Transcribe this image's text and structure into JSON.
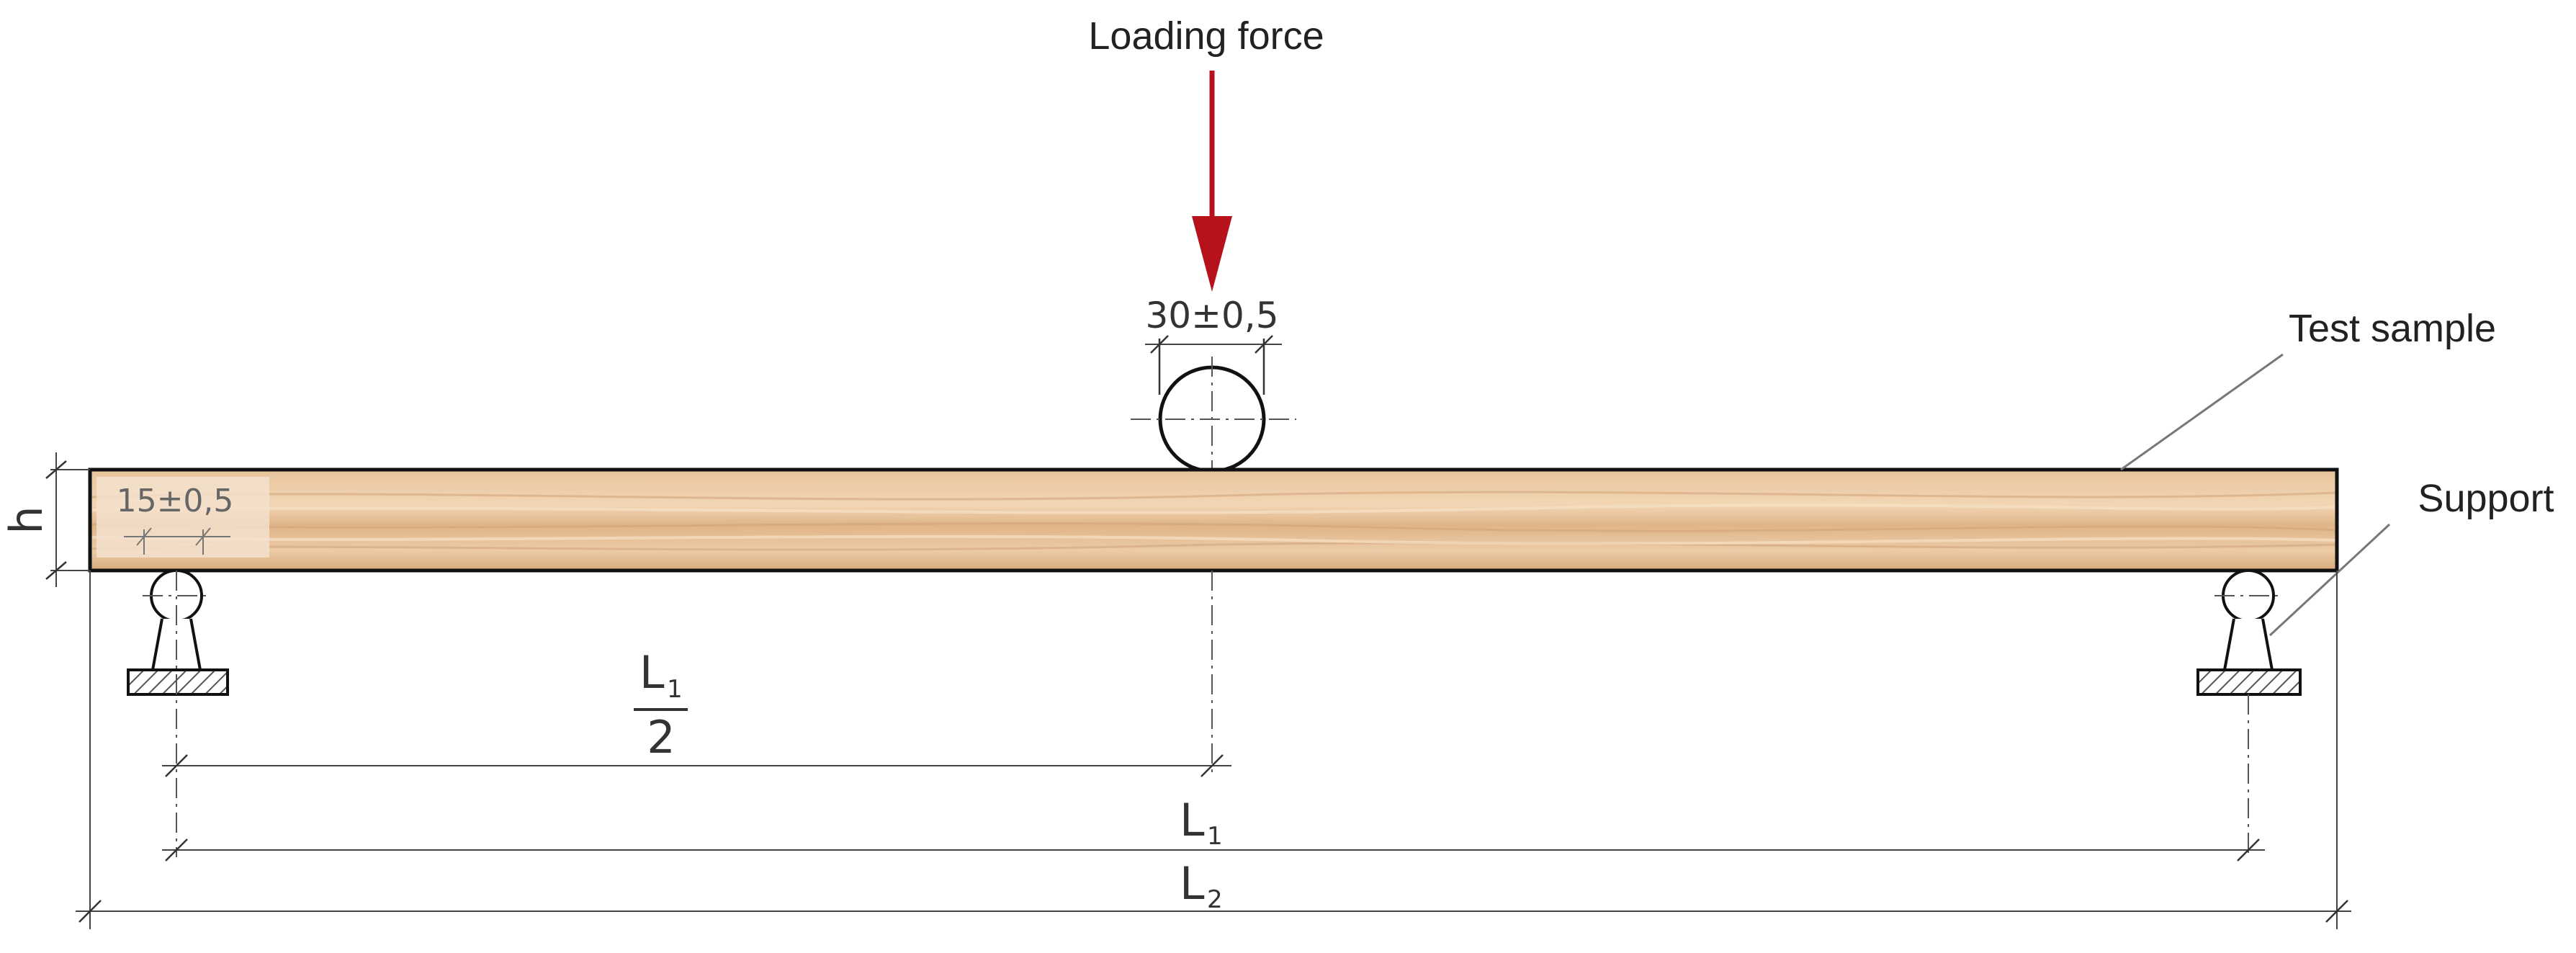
{
  "labels": {
    "loading_force": "Loading force",
    "test_sample": "Test sample",
    "support": "Support"
  },
  "dimensions": {
    "roller_diameter": "30±0,5",
    "support_diameter": "15±0,5",
    "height": "h",
    "half_span_main": "L",
    "half_span_sub": "1",
    "half_span_den": "2",
    "span_main": "L",
    "span_sub": "1",
    "length_main": "L",
    "length_sub": "2"
  },
  "colors": {
    "arrow": "#b5121b",
    "wood_base": "#e3b98e",
    "wood_light": "#f0d2ae",
    "wood_dark": "#c89468",
    "support_hatch": "#555555"
  },
  "icons": {
    "force_arrow": "down-arrow-icon",
    "loading_roller": "circle-roller-icon",
    "support": "roller-support-icon"
  }
}
